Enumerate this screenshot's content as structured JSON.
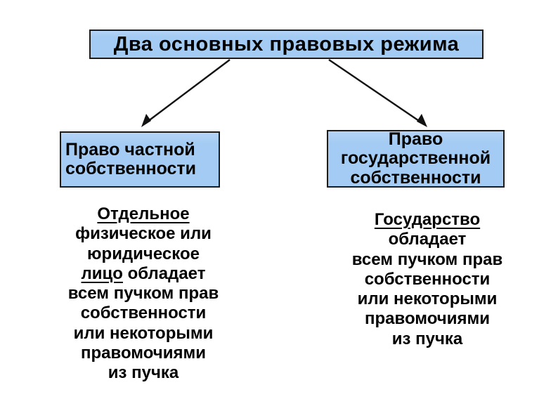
{
  "colors": {
    "background": "#ffffff",
    "box_fill": "#a3cbf3",
    "box_border": "#1c1c1c",
    "text": "#000000",
    "arrow": "#111111"
  },
  "title": {
    "label": "Два основных правовых режима"
  },
  "branches": {
    "private": {
      "heading_lines": [
        "Право частной",
        "собственности"
      ],
      "description_lines": [
        [
          {
            "t": "Отдельное",
            "u": true
          }
        ],
        [
          {
            "t": "физическое или"
          }
        ],
        [
          {
            "t": "юридическое"
          }
        ],
        [
          {
            "t": "лицо",
            "u": true
          },
          {
            "t": " обладает"
          }
        ],
        [
          {
            "t": "всем пучком прав"
          }
        ],
        [
          {
            "t": "собственности"
          }
        ],
        [
          {
            "t": "или некоторыми"
          }
        ],
        [
          {
            "t": "правомочиями"
          }
        ],
        [
          {
            "t": "из пучка"
          }
        ]
      ]
    },
    "state": {
      "heading_lines": [
        "Право",
        "государственной",
        "собственности"
      ],
      "description_lines": [
        [
          {
            "t": " Государство",
            "u": true
          }
        ],
        [
          {
            "t": "обладает"
          }
        ],
        [
          {
            "t": "всем пучком прав"
          }
        ],
        [
          {
            "t": "собственности"
          }
        ],
        [
          {
            "t": "или некоторыми"
          }
        ],
        [
          {
            "t": "правомочиями"
          }
        ],
        [
          {
            "t": "из пучка"
          }
        ]
      ]
    }
  }
}
